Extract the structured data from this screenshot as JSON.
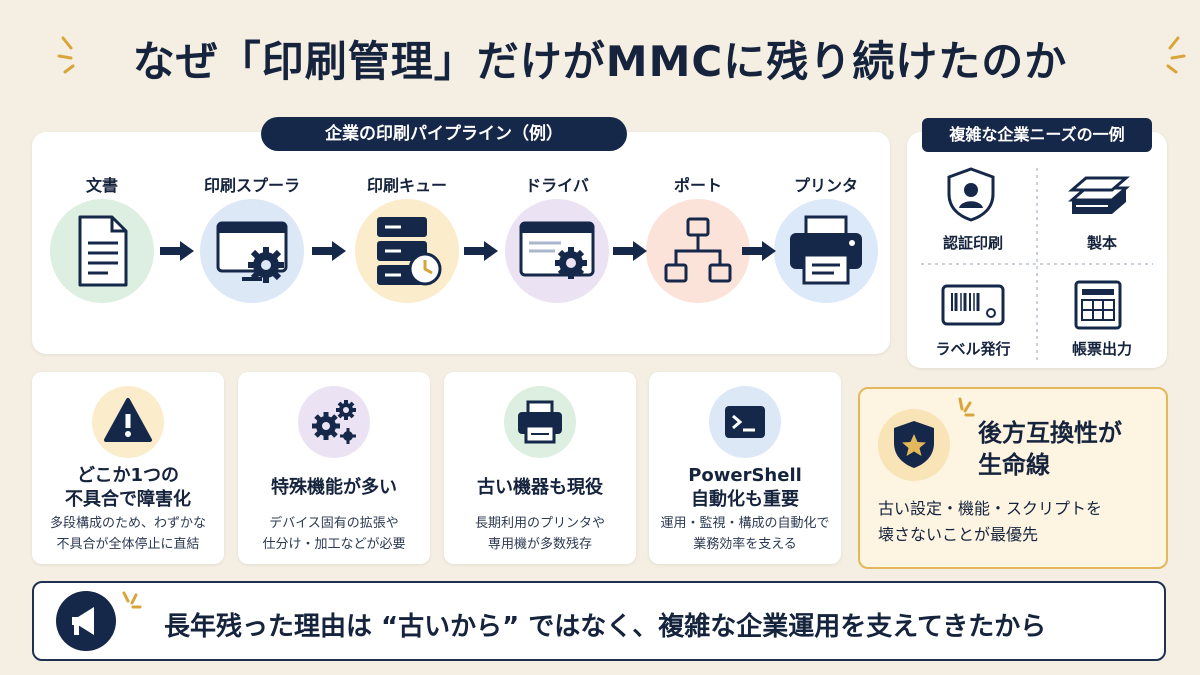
{
  "title": "なぜ「印刷管理」だけがMMCに残り続けたのか",
  "pipeline": {
    "heading": "企業の印刷パイプライン（例）",
    "steps": [
      {
        "label": "文書",
        "icon": "document-icon"
      },
      {
        "label": "印刷スプーラ",
        "icon": "spooler-gear-icon"
      },
      {
        "label": "印刷キュー",
        "icon": "server-queue-clock-icon"
      },
      {
        "label": "ドライバ",
        "icon": "driver-window-gear-icon"
      },
      {
        "label": "ポート",
        "icon": "network-port-icon"
      },
      {
        "label": "プリンタ",
        "icon": "printer-icon"
      }
    ]
  },
  "needs": {
    "heading": "複雑な企業ニーズの一例",
    "items": [
      {
        "label": "認証印刷",
        "icon": "shield-user-icon"
      },
      {
        "label": "製本",
        "icon": "book-stack-icon"
      },
      {
        "label": "ラベル発行",
        "icon": "barcode-label-icon"
      },
      {
        "label": "帳票出力",
        "icon": "form-document-icon"
      }
    ]
  },
  "reasons": [
    {
      "title_line1": "どこか1つの",
      "title_line2": "不具合で障害化",
      "desc_line1": "多段構成のため、わずかな",
      "desc_line2": "不具合が全体停止に直結",
      "icon": "warning-icon"
    },
    {
      "title_line1": "特殊機能が多い",
      "title_line2": "",
      "desc_line1": "デバイス固有の拡張や",
      "desc_line2": "仕分け・加工などが必要",
      "icon": "gears-icon"
    },
    {
      "title_line1": "古い機器も現役",
      "title_line2": "",
      "desc_line1": "長期利用のプリンタや",
      "desc_line2": "専用機が多数残存",
      "icon": "printer-icon"
    },
    {
      "title_line1": "PowerShell",
      "title_line2": "自動化も重要",
      "desc_line1": "運用・監視・構成の自動化で",
      "desc_line2": "業務効率を支える",
      "icon": "terminal-icon"
    }
  ],
  "compat": {
    "title_line1": "後方互換性が",
    "title_line2": "生命線",
    "desc_line1": "古い設定・機能・スクリプトを",
    "desc_line2": "壊さないことが最優先",
    "icon": "shield-star-icon"
  },
  "footer": {
    "text": "長年残った理由は “古いから” ではなく、複雑な企業運用を支えてきたから",
    "icon": "megaphone-icon"
  },
  "colors": {
    "navy": "#16284a",
    "accent_gold": "#e2b85a",
    "step_circles": [
      "#dcefe0",
      "#dce8f6",
      "#fbeccb",
      "#ebe3f3",
      "#fbe3da",
      "#dbe9f8"
    ]
  }
}
